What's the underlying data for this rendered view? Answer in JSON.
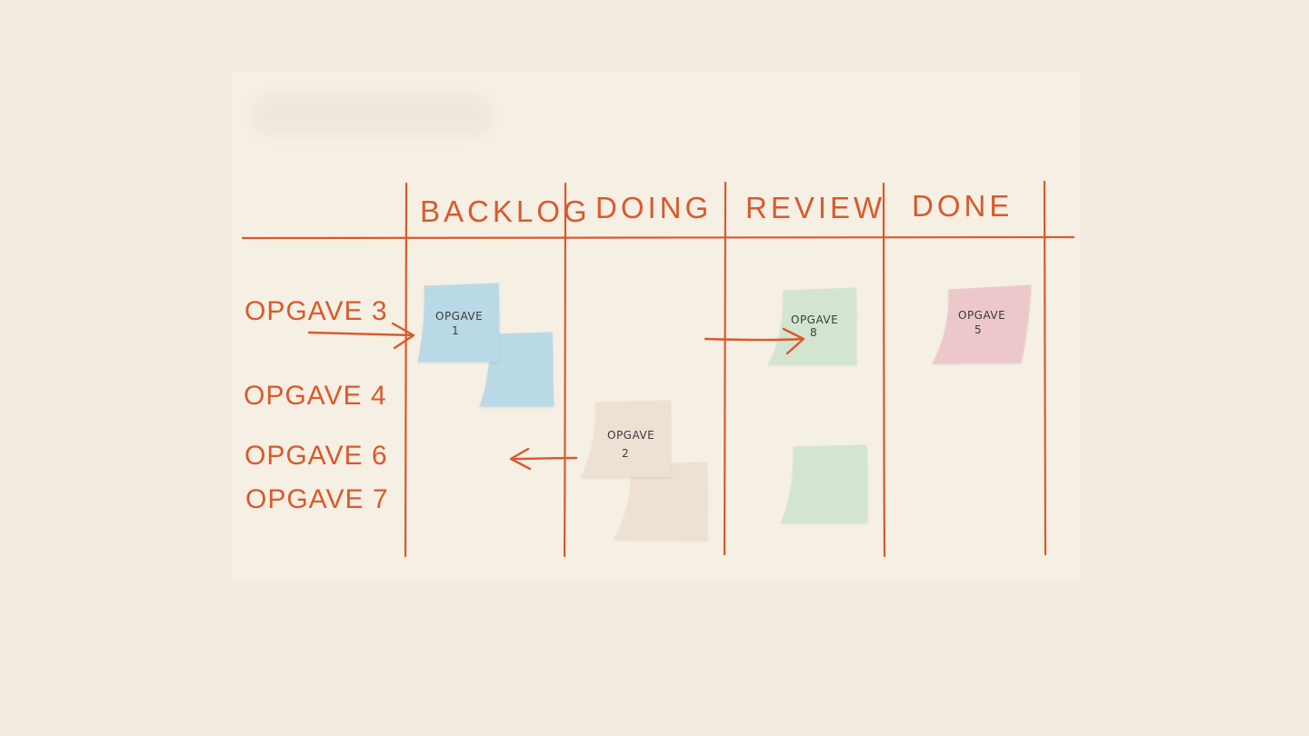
{
  "board": {
    "columns": [
      {
        "id": "backlog",
        "label": "BACKLOG"
      },
      {
        "id": "doing",
        "label": "DOING"
      },
      {
        "id": "review",
        "label": "REVIEW"
      },
      {
        "id": "done",
        "label": "DONE"
      }
    ],
    "row_labels": [
      {
        "id": "opgave3",
        "label": "OPGAVE 3"
      },
      {
        "id": "opgave4",
        "label": "OPGAVE 4"
      },
      {
        "id": "opgave6",
        "label": "OPGAVE 6"
      },
      {
        "id": "opgave7",
        "label": "OPGAVE 7"
      }
    ],
    "notes": [
      {
        "id": "note-opgave-1",
        "column": "backlog",
        "title": "OPGAVE",
        "number": "1",
        "color": "#b9d9e6"
      },
      {
        "id": "note-backlog-blank",
        "column": "backlog",
        "title": "",
        "number": "",
        "color": "#b9d9e6"
      },
      {
        "id": "note-opgave-2",
        "column": "doing",
        "title": "OPGAVE",
        "number": "2",
        "color": "#ece1d3"
      },
      {
        "id": "note-doing-blank",
        "column": "doing",
        "title": "",
        "number": "",
        "color": "#ece1d3"
      },
      {
        "id": "note-opgave-8",
        "column": "review",
        "title": "OPGAVE",
        "number": "8",
        "color": "#d3e5d1"
      },
      {
        "id": "note-review-blank",
        "column": "review",
        "title": "",
        "number": "",
        "color": "#d3e5d1"
      },
      {
        "id": "note-opgave-5",
        "column": "done",
        "title": "OPGAVE",
        "number": "5",
        "color": "#edc8cb"
      }
    ],
    "line_color": "#d95a2b",
    "background_color": "#f3ede1"
  }
}
